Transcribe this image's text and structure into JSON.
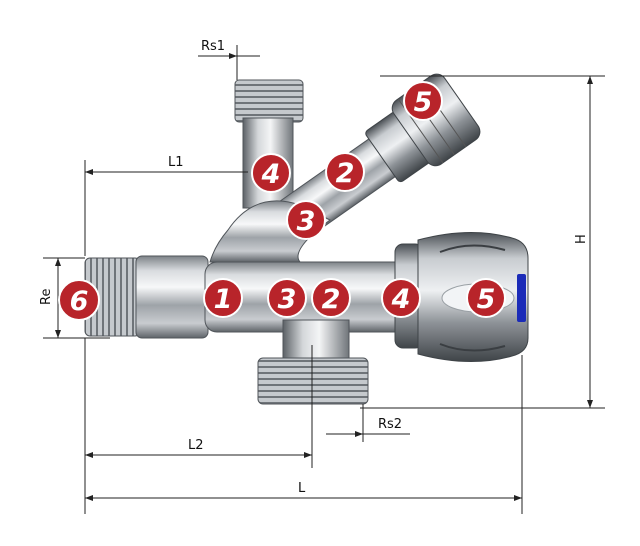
{
  "colors": {
    "badge_fill": "#b8242a",
    "badge_stroke": "#ffffff",
    "dimension_line": "#222222",
    "metal_light": "#eef0f2",
    "metal_mid": "#a9adb2",
    "metal_dark": "#55595e",
    "cap_accent": "#1b2bb8"
  },
  "dimensions": {
    "rs1": "Rs1",
    "l1": "L1",
    "h": "H",
    "re": "Re",
    "l2": "L2",
    "rs2": "Rs2",
    "l": "L"
  },
  "badges": {
    "inline": [
      "1",
      "3",
      "2",
      "4",
      "5"
    ],
    "branch": [
      "5",
      "2",
      "4",
      "3"
    ],
    "outlet": "6"
  }
}
